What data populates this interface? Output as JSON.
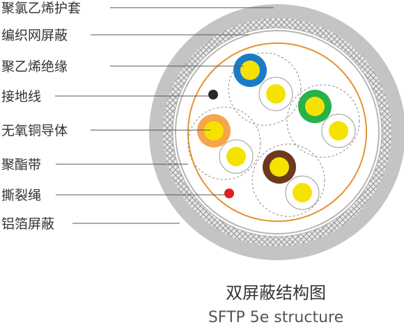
{
  "labels": [
    "聚氯乙烯护套",
    "编织网屏蔽",
    "聚乙烯绝缘",
    "接地线",
    "无氧铜导体",
    "聚酯带",
    "撕裂绳",
    "铝箔屏蔽"
  ],
  "caption": {
    "title": "双屏蔽结构图",
    "subtitle": "SFTP 5e structure"
  },
  "colors": {
    "jacket": "#c4c4c4",
    "braid": "#bdbdbd",
    "tape_ring": "#e6912e",
    "conductor": "#f6e200",
    "pair_blue": "#1a7cc7",
    "pair_green": "#27b24a",
    "pair_orange": "#f5a54a",
    "pair_brown": "#6b3a1e",
    "drain_wire": "#2a2a2a",
    "ripcord": "#e0201e",
    "leader_line": "#555555"
  }
}
